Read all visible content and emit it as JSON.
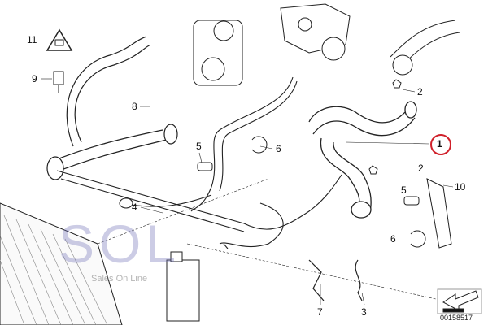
{
  "diagram": {
    "callouts": [
      {
        "id": "c11",
        "text": "11"
      },
      {
        "id": "c9",
        "text": "9"
      },
      {
        "id": "c8",
        "text": "8"
      },
      {
        "id": "c5a",
        "text": "5"
      },
      {
        "id": "c6a",
        "text": "6"
      },
      {
        "id": "c4",
        "text": "4"
      },
      {
        "id": "c1",
        "text": "1",
        "highlighted": true
      },
      {
        "id": "c2a",
        "text": "2"
      },
      {
        "id": "c2b",
        "text": "2"
      },
      {
        "id": "c10",
        "text": "10"
      },
      {
        "id": "c5b",
        "text": "5"
      },
      {
        "id": "c6b",
        "text": "6"
      },
      {
        "id": "c7",
        "text": "7"
      },
      {
        "id": "c3",
        "text": "3"
      }
    ],
    "highlight_color": "#d0202a",
    "watermark": {
      "logo": "SOL",
      "tagline": "Sales On Line"
    },
    "document_number": "00158517"
  }
}
